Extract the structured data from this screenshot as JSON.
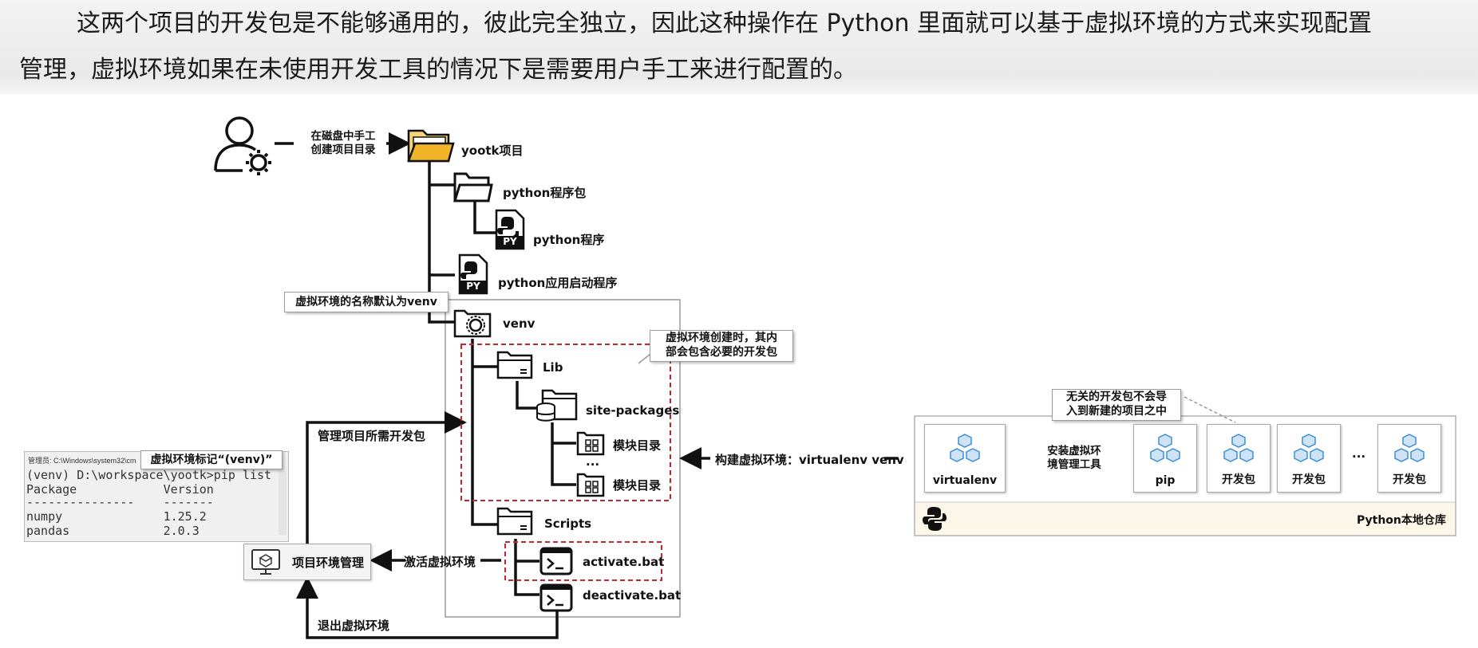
{
  "paragraph": {
    "line1": "这两个项目的开发包是不能够通用的，彼此完全独立，因此这种操作在 Python 里面就可以基于虚拟环境的方式来实现配置",
    "line2": "管理，虚拟环境如果在未使用开发工具的情况下是需要用户手工来进行配置的。"
  },
  "diagram": {
    "user_action": [
      "在磁盘中手工",
      "创建项目目录"
    ],
    "project_folder": "yootk项目",
    "python_package": "python程序包",
    "python_program": "python程序",
    "python_launcher": "python应用启动程序",
    "venv_callout": "虚拟环境的名称默认为venv",
    "venv": "venv",
    "venv_contents_callout": [
      "虚拟环境创建时，其内",
      "部会包含必要的开发包"
    ],
    "lib": "Lib",
    "site_packages": "site-packages",
    "module_dir_1": "模块目录",
    "ellipsis": "...",
    "module_dir_2": "模块目录",
    "scripts": "Scripts",
    "activate": "activate.bat",
    "deactivate": "deactivate.bat",
    "manage_packages": "管理项目所需开发包",
    "activate_env": "激活虚拟环境",
    "exit_env": "退出虚拟环境",
    "env_management": "项目环境管理",
    "build_env": "构建虚拟环境：virtualenv venv",
    "install_tool": [
      "安装虚拟环",
      "境管理工具"
    ],
    "unrelated_callout": [
      "无关的开发包不会导",
      "入到新建的项目之中"
    ],
    "virtualenv": "virtualenv",
    "pip": "pip",
    "dev_package": "开发包",
    "dots": "...",
    "local_repo": "Python本地仓库",
    "py_badge": "PY",
    "terminal": {
      "title": "管理员: C:\\Windows\\system32\\cm",
      "venv_marker_callout": "虚拟环境标记“(venv)”",
      "lines": [
        "(venv) D:\\workspace\\yootk>pip list",
        "Package            Version",
        "---------------    -------",
        "numpy              1.25.2",
        "pandas             2.0.3"
      ]
    }
  },
  "colors": {
    "folder_yellow": "#f2b52a",
    "dashed_red": "#c0282e",
    "repo_bg": "#fdf7e9",
    "pkg_blue": "#3d8fd6"
  }
}
